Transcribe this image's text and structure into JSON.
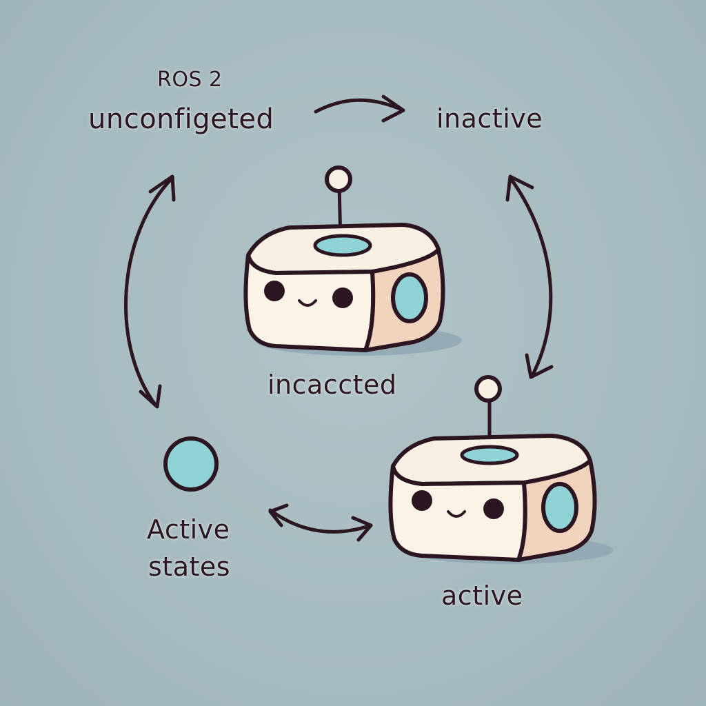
{
  "diagram": {
    "labels": {
      "ros": "ROS 2",
      "unconfigured": "unconfigeted",
      "inactive": "inactive",
      "robot_top_caption": "incaccted",
      "active_states_line1": "Active",
      "active_states_line2": "states",
      "robot_bottom_caption": "active"
    }
  },
  "colors": {
    "background": "#a8bcc1",
    "ink": "#2b1520",
    "robot_body": "#f8f0e3",
    "robot_side": "#f2d3be",
    "accent_teal": "#8fd3d6",
    "shadow": "#8fa6b2"
  }
}
